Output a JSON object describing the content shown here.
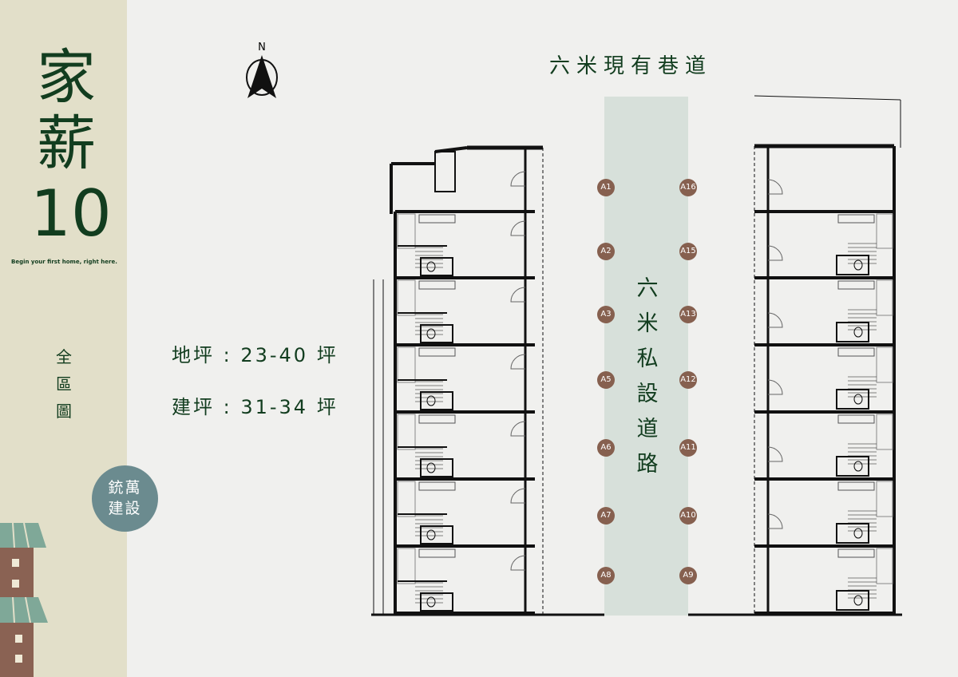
{
  "sidebar": {
    "title_line1": "家",
    "title_line2": "薪",
    "title_line3": "10",
    "tagline": "Begin your first home, right here.",
    "section": [
      "全",
      "區",
      "圖"
    ],
    "builder": [
      "銃萬",
      "建設"
    ]
  },
  "compass": {
    "label": "N",
    "icon": "north-arrow-icon"
  },
  "lane_label": "六米現有巷道",
  "land_area": "地坪 : 23-40 坪",
  "building_area": "建坪 : 31-34 坪",
  "road_label": [
    "六",
    "米",
    "私",
    "設",
    "道",
    "路"
  ],
  "units_left": [
    "A1",
    "A2",
    "A3",
    "A5",
    "A6",
    "A7",
    "A8"
  ],
  "units_right": [
    "A16",
    "A15",
    "A13",
    "A12",
    "A11",
    "A10",
    "A9"
  ],
  "colors": {
    "brand_green": "#123d1f",
    "sidebar_bg": "#e2dfc9",
    "road": "#d7e0da",
    "unit_badge": "#86604f",
    "builder_badge": "#6b8b8f",
    "roof": "#7fa898",
    "house": "#8a6253"
  }
}
